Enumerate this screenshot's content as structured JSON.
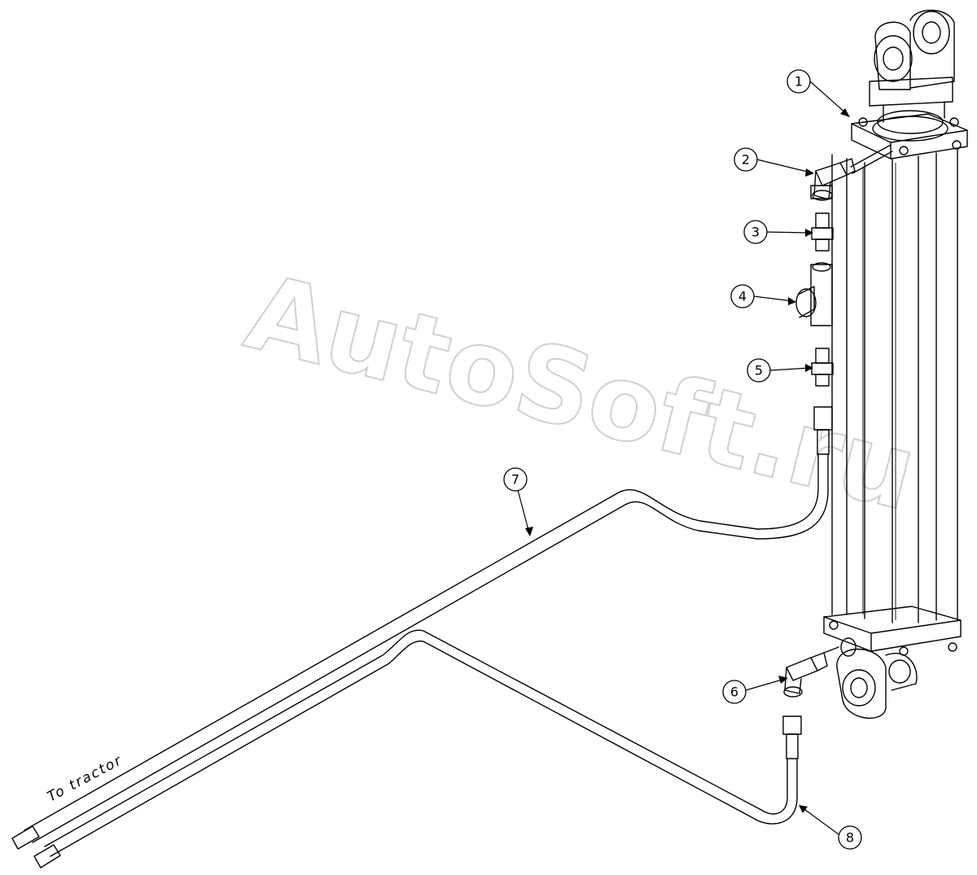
{
  "callouts": [
    {
      "id": "1",
      "text": "1"
    },
    {
      "id": "2",
      "text": "2"
    },
    {
      "id": "3",
      "text": "3"
    },
    {
      "id": "4",
      "text": "4"
    },
    {
      "id": "5",
      "text": "5"
    },
    {
      "id": "6",
      "text": "6"
    },
    {
      "id": "7",
      "text": "7"
    },
    {
      "id": "8",
      "text": "8"
    }
  ],
  "labels": {
    "to_tractor": "To tractor"
  },
  "watermark": {
    "text": "AutoSoft.ru"
  }
}
